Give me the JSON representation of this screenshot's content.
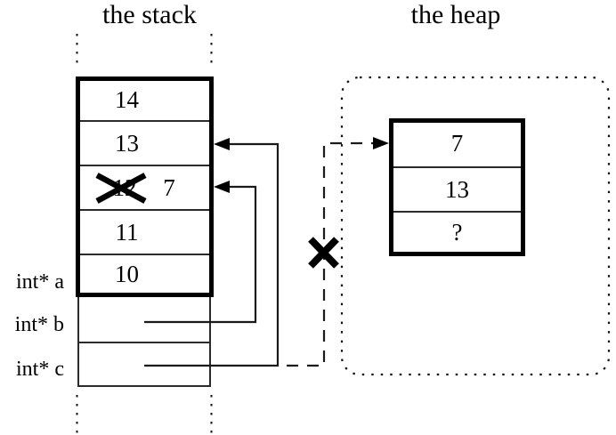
{
  "diagram": {
    "kind": "stack-heap memory diagram",
    "background_color": "#ffffff",
    "line_color": "#000000"
  },
  "stack": {
    "title": "the stack",
    "cells": [
      {
        "value": "14"
      },
      {
        "value": "13"
      },
      {
        "value": "12",
        "crossed_out": true,
        "new_value": "7"
      },
      {
        "value": "11"
      },
      {
        "value": "10"
      }
    ],
    "pointer_slots": [
      {
        "label": "int* a"
      },
      {
        "label": "int* b"
      },
      {
        "label": "int* c"
      }
    ]
  },
  "heap": {
    "title": "the heap",
    "cells": [
      {
        "value": "7"
      },
      {
        "value": "13"
      },
      {
        "value": "?"
      }
    ]
  },
  "pointers": [
    {
      "from": "int* b",
      "to": "stack cell with 7 (was 12)",
      "style": "solid-arrow"
    },
    {
      "from": "int* c",
      "to": "stack cell with 13",
      "style": "solid-arrow"
    },
    {
      "from": "int* c",
      "to": "heap cell with 7",
      "style": "dashed-arrow",
      "invalid": true,
      "marker": "X"
    }
  ]
}
